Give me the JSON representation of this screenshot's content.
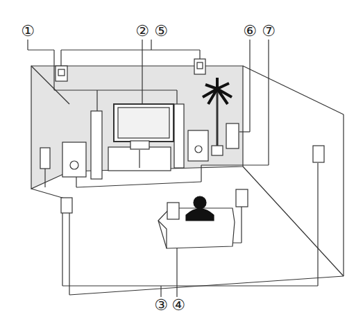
{
  "diagram": {
    "labels": [
      "①",
      "②",
      "⑤",
      "⑥",
      "⑦",
      "③",
      "④"
    ]
  }
}
